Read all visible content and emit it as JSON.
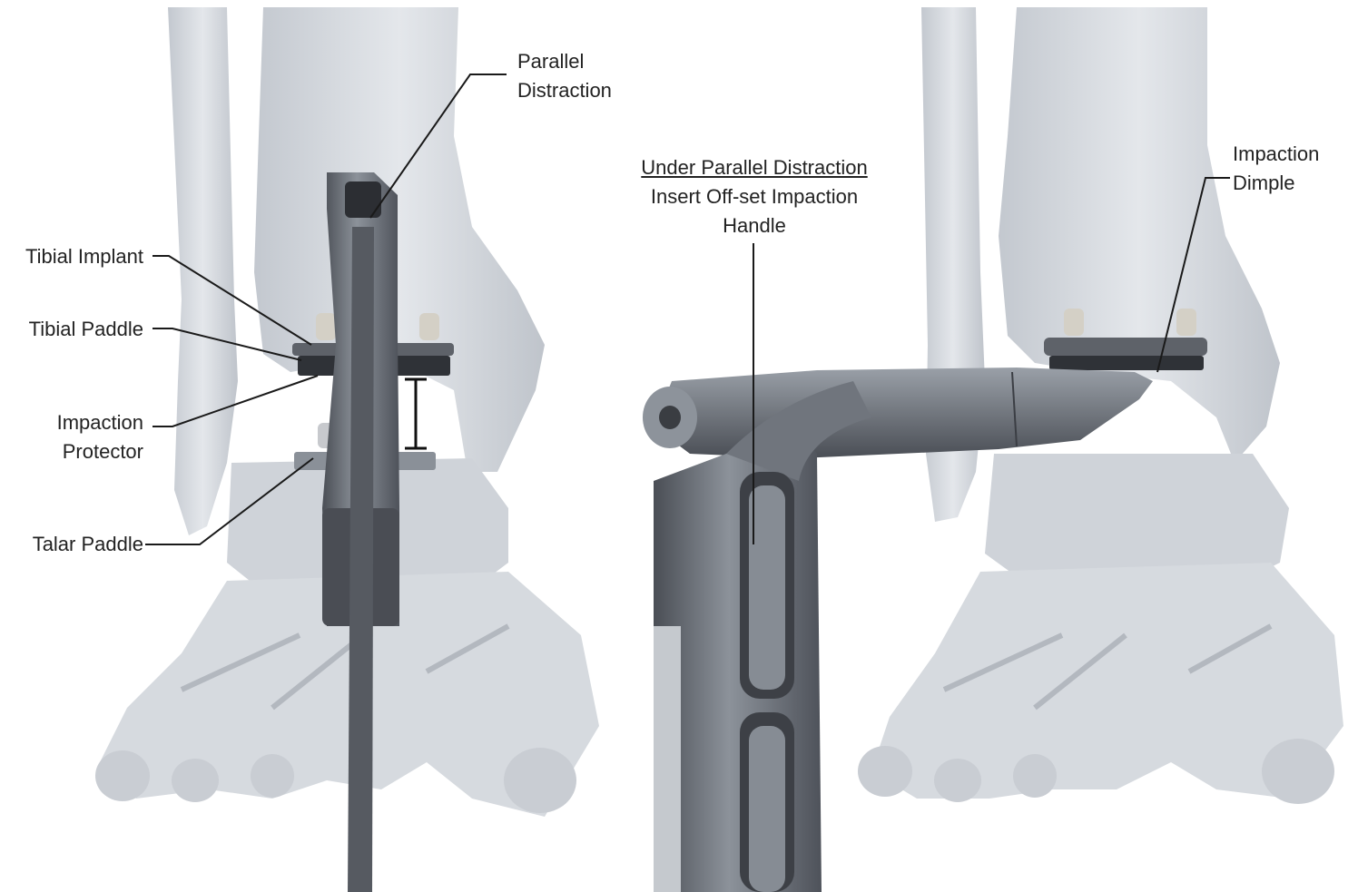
{
  "labels": {
    "parallel_distraction": [
      "Parallel",
      "Distraction"
    ],
    "tibial_implant": "Tibial Implant",
    "tibial_paddle": "Tibial Paddle",
    "impaction_protector": [
      "Impaction",
      "Protector"
    ],
    "talar_paddle": "Talar Paddle",
    "under_parallel_distraction": "Under Parallel Distraction",
    "insert_handle": [
      "Insert Off-set Impaction",
      "Handle"
    ],
    "impaction_dimple": [
      "Impaction",
      "Dimple"
    ]
  },
  "colors": {
    "bone": "#d9dde2",
    "bone_shadow": "#a9aeb6",
    "metal": "#6b6f77",
    "metal_light": "#9aa0a8",
    "metal_dark": "#3e4148",
    "leader": "#1a1a1a"
  }
}
